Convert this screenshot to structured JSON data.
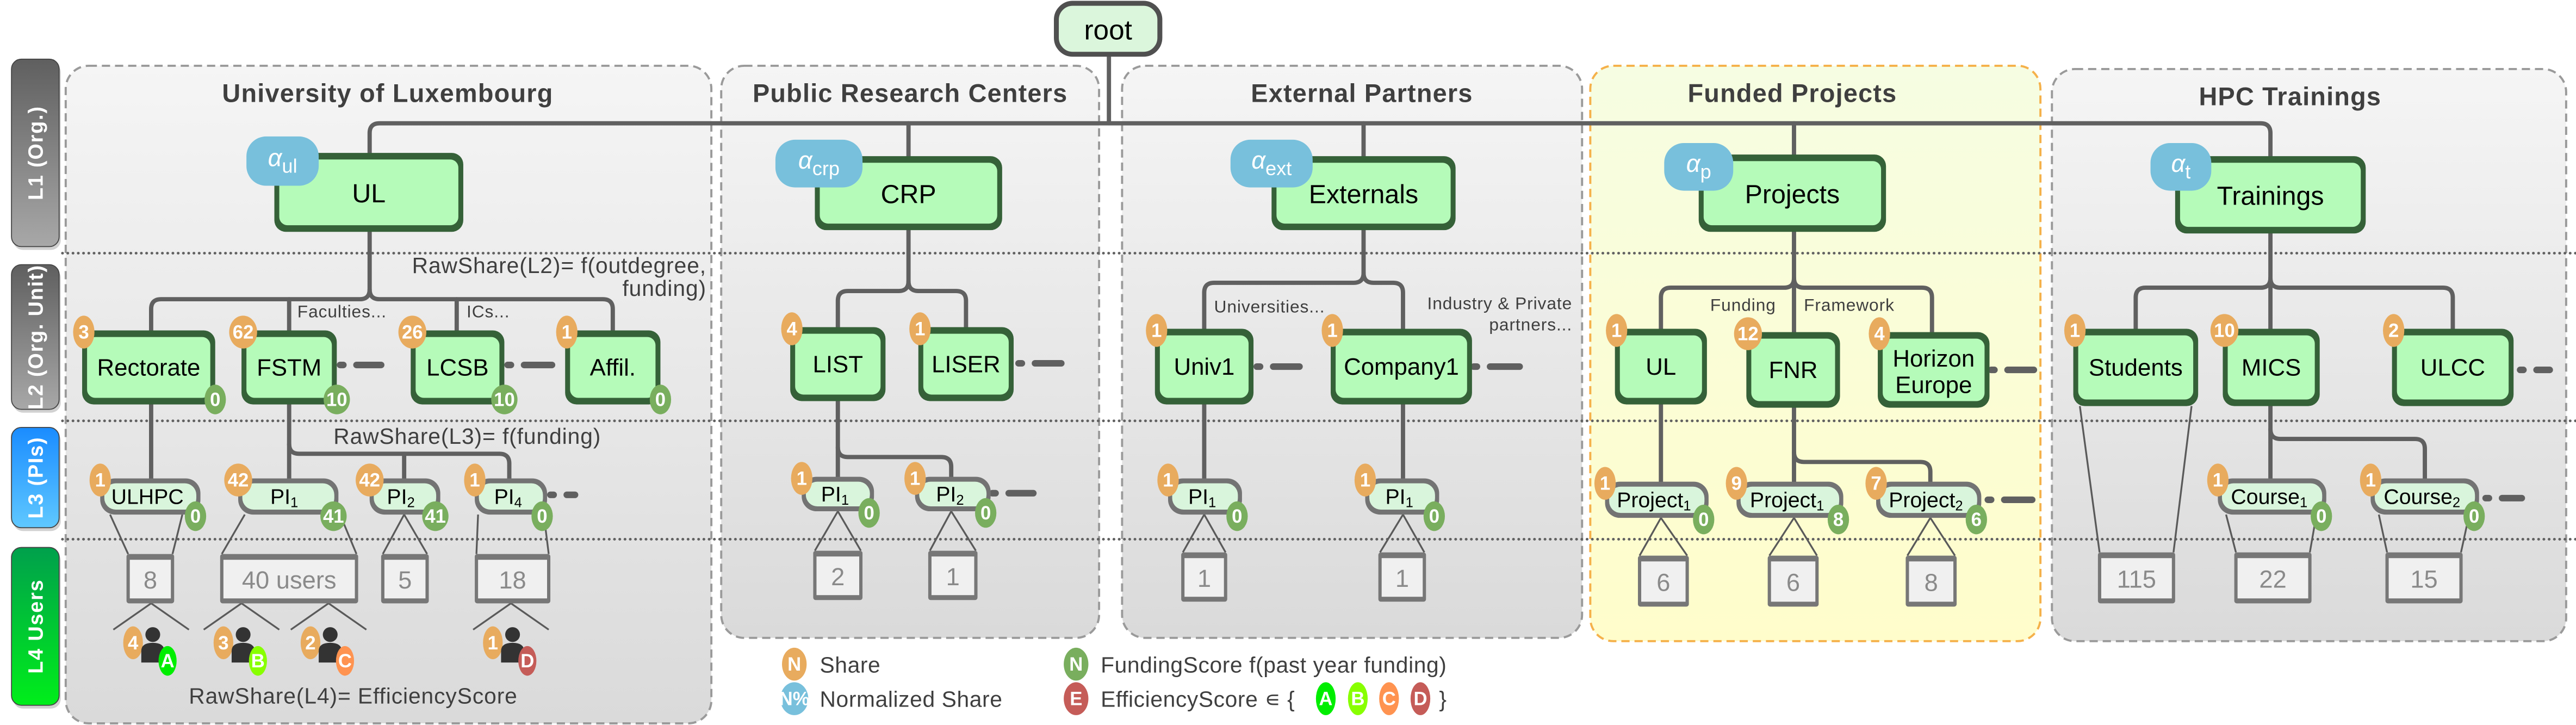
{
  "root": {
    "label": "root"
  },
  "levels": [
    {
      "label": "L1 (Org.)",
      "color_top": "#5f5f5f",
      "color_bottom": "#a8a8a8"
    },
    {
      "label": "L2 (Org. Unit)",
      "color_top": "#5f5f5f",
      "color_bottom": "#a8a8a8"
    },
    {
      "label": "L3 (PIs)",
      "color_top": "#1a8cff",
      "color_bottom": "#5fc8ff"
    },
    {
      "label": "L4 Users",
      "color_top": "#00a04c",
      "color_bottom": "#00ee1a"
    }
  ],
  "panels": [
    {
      "title": "University of Luxembourg",
      "l1": {
        "label": "UL",
        "alpha": "α",
        "alpha_sub": "ul"
      },
      "l2": [
        {
          "label": "Rectorate",
          "share": "3",
          "funding": "0"
        },
        {
          "label": "FSTM",
          "share": "62",
          "funding": "10"
        },
        {
          "label": "LCSB",
          "share": "26",
          "funding": "10"
        },
        {
          "label": "Affil.",
          "share": "1",
          "funding": "0"
        }
      ],
      "l3": [
        {
          "label": "ULHPC",
          "sub": "",
          "share": "1",
          "funding": "0"
        },
        {
          "label": "PI",
          "sub": "1",
          "share": "42",
          "funding": "41"
        },
        {
          "label": "PI",
          "sub": "2",
          "share": "42",
          "funding": "41"
        },
        {
          "label": "PI",
          "sub": "4",
          "share": "1",
          "funding": "0"
        }
      ],
      "l4": [
        "8",
        "40 users",
        "5",
        "18"
      ],
      "users": [
        {
          "share": "4",
          "efficiency": "A"
        },
        {
          "share": "3",
          "efficiency": "B"
        },
        {
          "share": "2",
          "efficiency": "C"
        },
        {
          "share": "1",
          "efficiency": "D"
        }
      ],
      "notes": {
        "l2_rule_1": "RawShare(L2)= f(outdegree,",
        "l2_rule_2": "funding)",
        "faculties": "Faculties...",
        "ics": "ICs...",
        "l3_rule": "RawShare(L3)= f(funding)",
        "l4_rule": "RawShare(L4)= EfficiencyScore"
      }
    },
    {
      "title": "Public Research Centers",
      "l1": {
        "label": "CRP",
        "alpha": "α",
        "alpha_sub": "crp"
      },
      "l2": [
        {
          "label": "LIST",
          "share": "4"
        },
        {
          "label": "LISER",
          "share": "1"
        }
      ],
      "l3": [
        {
          "label": "PI",
          "sub": "1",
          "share": "1",
          "funding": "0"
        },
        {
          "label": "PI",
          "sub": "2",
          "share": "1",
          "funding": "0"
        }
      ],
      "l4": [
        "2",
        "1"
      ],
      "notes": {}
    },
    {
      "title": "External Partners",
      "l1": {
        "label": "Externals",
        "alpha": "α",
        "alpha_sub": "ext"
      },
      "l2": [
        {
          "label": "Univ1",
          "share": "1"
        },
        {
          "label": "Company1",
          "share": "1"
        }
      ],
      "l3": [
        {
          "label": "PI",
          "sub": "1",
          "share": "1",
          "funding": "0"
        },
        {
          "label": "PI",
          "sub": "1",
          "share": "1",
          "funding": "0"
        }
      ],
      "l4": [
        "1",
        "1"
      ],
      "notes": {
        "universities": "Universities...",
        "industry_1": "Industry & Private",
        "industry_2": "partners..."
      }
    },
    {
      "title": "Funded Projects",
      "l1": {
        "label": "Projects",
        "alpha": "α",
        "alpha_sub": "p"
      },
      "l2": [
        {
          "label": "UL",
          "share": "1"
        },
        {
          "label": "FNR",
          "share": "12"
        },
        {
          "label": "Horizon",
          "label2": "Europe",
          "share": "4"
        }
      ],
      "l3": [
        {
          "label": "Project",
          "sub": "1",
          "share": "1",
          "funding": "0"
        },
        {
          "label": "Project",
          "sub": "1",
          "share": "9",
          "funding": "8"
        },
        {
          "label": "Project",
          "sub": "2",
          "share": "7",
          "funding": "6"
        }
      ],
      "l4": [
        "6",
        "6",
        "8"
      ],
      "notes": {
        "funding": "Funding",
        "framework": "Framework"
      }
    },
    {
      "title": "HPC Trainings",
      "l1": {
        "label": "Trainings",
        "alpha": "α",
        "alpha_sub": "t"
      },
      "l2": [
        {
          "label": "Students",
          "share": "1"
        },
        {
          "label": "MICS",
          "share": "10"
        },
        {
          "label": "ULCC",
          "share": "2"
        }
      ],
      "l3": [
        {
          "label": "Course",
          "sub": "1",
          "share": "1",
          "funding": "0"
        },
        {
          "label": "Course",
          "sub": "2",
          "share": "1",
          "funding": "0"
        }
      ],
      "l4": [
        "115",
        "22",
        "15"
      ],
      "notes": {}
    }
  ],
  "legend": {
    "share_symbol": "N",
    "share_label": "Share",
    "normalized_symbol": "N%",
    "normalized_label": "Normalized Share",
    "funding_symbol": "N",
    "funding_label": "FundingScore f(past year funding)",
    "efficiency_symbol": "E",
    "efficiency_label": "EfficiencyScore ∊ {",
    "efficiency_close": "}",
    "grades": [
      "A",
      "B",
      "C",
      "D"
    ]
  },
  "colors": {
    "share": "#e8ab5e",
    "funding": "#79ae5e",
    "alpha": "#78c0dc",
    "efficiency": "#c55c58",
    "node_fill": "#b5fbb9",
    "node_border": "#356138",
    "leaf_fill": "#d9f5dc",
    "panel_border": "#9a9a9a",
    "funded_panel_border": "#f5b14a",
    "grades": {
      "A": "#00ee00",
      "B": "#88ff00",
      "C": "#ff9350",
      "D": "#c55c58"
    }
  }
}
